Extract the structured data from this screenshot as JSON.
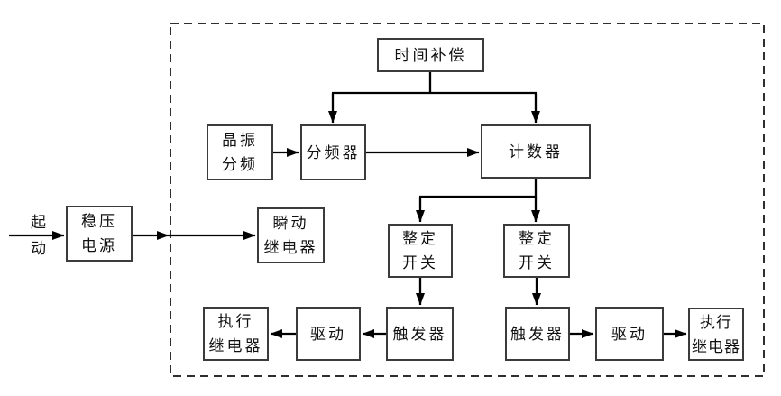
{
  "diagram": {
    "type": "block-diagram",
    "start_label": "起\n动",
    "nodes": {
      "time_compensation": "时间补偿",
      "crystal_divider": "晶振\n分频",
      "frequency_divider": "分频器",
      "counter": "计数器",
      "regulated_power_supply": "稳压\n电源",
      "instantaneous_relay": "瞬动\n继电器",
      "setting_switch_left": "整定\n开关",
      "setting_switch_right": "整定\n开关",
      "trigger_left": "触发器",
      "trigger_right": "触发器",
      "drive_left": "驱动",
      "drive_right": "驱动",
      "executive_relay_left": "执行\n继电器",
      "executive_relay_right": "执行\n继电器"
    },
    "colors": {
      "background": "#ffffff",
      "line": "#000000",
      "box_border": "#3b3b3b",
      "dashed_border": "#2e2e2e"
    }
  }
}
